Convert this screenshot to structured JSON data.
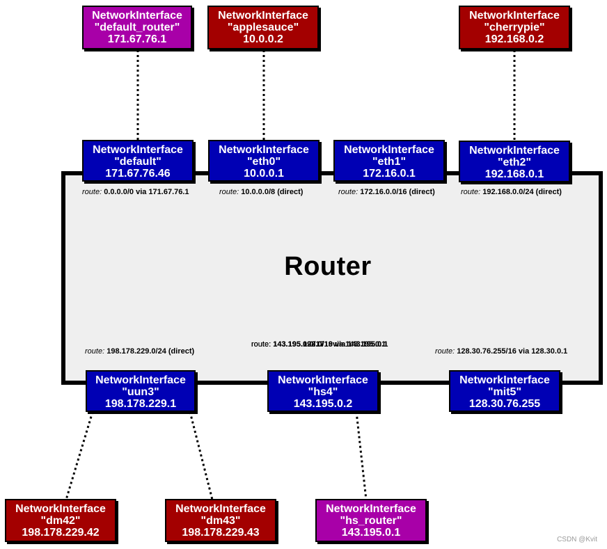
{
  "router": {
    "title": "Router"
  },
  "interfaces": [
    {
      "type": "NetworkInterface",
      "name": "\"default_router\"",
      "ip": "171.67.76.1"
    },
    {
      "type": "NetworkInterface",
      "name": "\"applesauce\"",
      "ip": "10.0.0.2"
    },
    {
      "type": "NetworkInterface",
      "name": "\"cherrypie\"",
      "ip": "192.168.0.2"
    },
    {
      "type": "NetworkInterface",
      "name": "\"default\"",
      "ip": "171.67.76.46"
    },
    {
      "type": "NetworkInterface",
      "name": "\"eth0\"",
      "ip": "10.0.0.1"
    },
    {
      "type": "NetworkInterface",
      "name": "\"eth1\"",
      "ip": "172.16.0.1"
    },
    {
      "type": "NetworkInterface",
      "name": "\"eth2\"",
      "ip": "192.168.0.1"
    },
    {
      "type": "NetworkInterface",
      "name": "\"uun3\"",
      "ip": "198.178.229.1"
    },
    {
      "type": "NetworkInterface",
      "name": "\"hs4\"",
      "ip": "143.195.0.2"
    },
    {
      "type": "NetworkInterface",
      "name": "\"mit5\"",
      "ip": "128.30.76.255"
    },
    {
      "type": "NetworkInterface",
      "name": "\"dm42\"",
      "ip": "198.178.229.42"
    },
    {
      "type": "NetworkInterface",
      "name": "\"dm43\"",
      "ip": "198.178.229.43"
    },
    {
      "type": "NetworkInterface",
      "name": "\"hs_router\"",
      "ip": "143.195.0.1"
    }
  ],
  "routes": [
    {
      "keyword": "route:",
      "value": "0.0.0.0/0 via 171.67.76.1"
    },
    {
      "keyword": "route:",
      "value": "10.0.0.0/8 (direct)"
    },
    {
      "keyword": "route:",
      "value": "172.16.0.0/16 (direct)"
    },
    {
      "keyword": "route:",
      "value": "192.168.0.0/24 (direct)"
    },
    {
      "keyword": "route:",
      "value": "198.178.229.0/24 (direct)"
    },
    {
      "keyword": "route:",
      "value": "143.195.0.0/17    via 143.195.0.1"
    },
    {
      "keyword": "route:",
      "value": "143.195.128.0/18 via 143.195.0.1"
    },
    {
      "keyword": "route:",
      "value": "143.195.192.0/19 via 143.195.0.1"
    },
    {
      "keyword": "route:",
      "value": "128.30.76.255/16 via 128.30.0.1"
    }
  ],
  "watermark": "CSDN @Kvit",
  "colors": {
    "router_interface": "#0000b4",
    "host_interface": "#a30000",
    "router_peer_interface": "#a800a8",
    "router_fill": "#efefef"
  }
}
